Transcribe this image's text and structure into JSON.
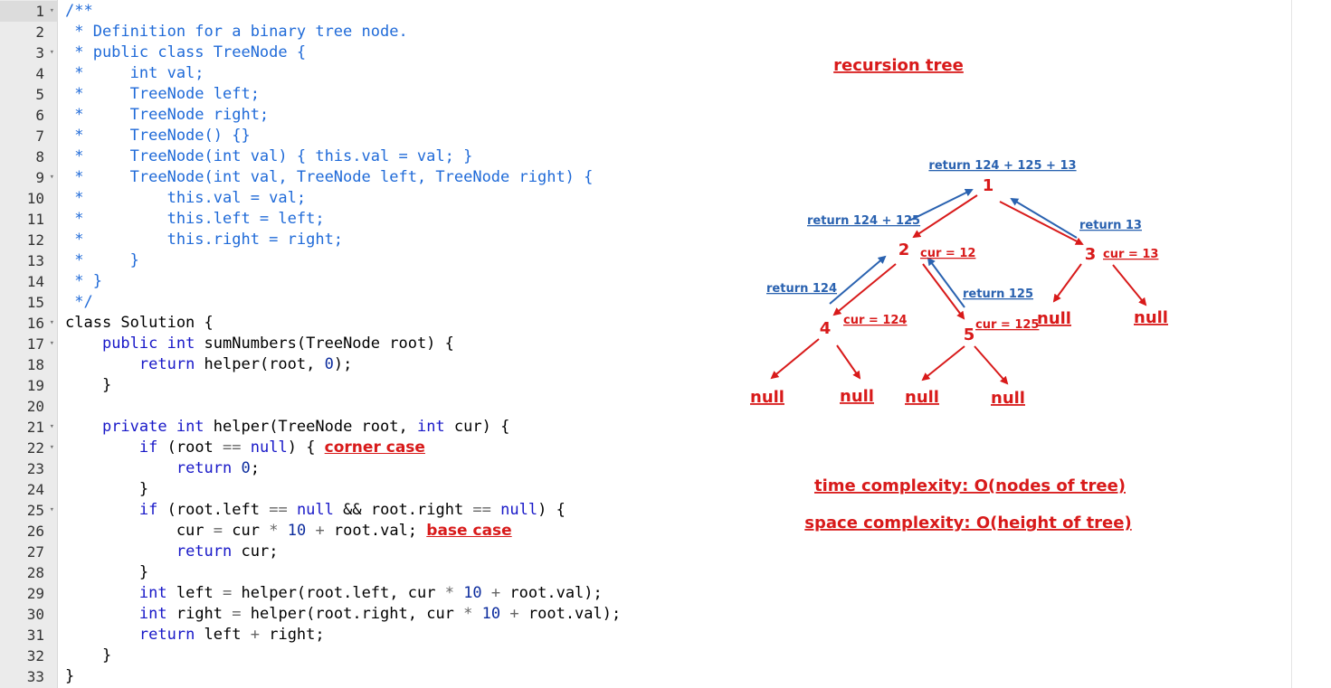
{
  "editor": {
    "active_line": 1,
    "folds": [
      1,
      3,
      9,
      16,
      17,
      21,
      22,
      25
    ],
    "lines": [
      {
        "n": 1,
        "segs": [
          {
            "t": "/**",
            "c": "cm"
          }
        ]
      },
      {
        "n": 2,
        "segs": [
          {
            "t": " * Definition for a binary tree node.",
            "c": "cm"
          }
        ]
      },
      {
        "n": 3,
        "segs": [
          {
            "t": " * public class TreeNode {",
            "c": "cm"
          }
        ]
      },
      {
        "n": 4,
        "segs": [
          {
            "t": " *     int val;",
            "c": "cm"
          }
        ]
      },
      {
        "n": 5,
        "segs": [
          {
            "t": " *     TreeNode left;",
            "c": "cm"
          }
        ]
      },
      {
        "n": 6,
        "segs": [
          {
            "t": " *     TreeNode right;",
            "c": "cm"
          }
        ]
      },
      {
        "n": 7,
        "segs": [
          {
            "t": " *     TreeNode() {}",
            "c": "cm"
          }
        ]
      },
      {
        "n": 8,
        "segs": [
          {
            "t": " *     TreeNode(int val) { this.val = val; }",
            "c": "cm"
          }
        ]
      },
      {
        "n": 9,
        "segs": [
          {
            "t": " *     TreeNode(int val, TreeNode left, TreeNode right) {",
            "c": "cm"
          }
        ]
      },
      {
        "n": 10,
        "segs": [
          {
            "t": " *         this.val = val;",
            "c": "cm"
          }
        ]
      },
      {
        "n": 11,
        "segs": [
          {
            "t": " *         this.left = left;",
            "c": "cm"
          }
        ]
      },
      {
        "n": 12,
        "segs": [
          {
            "t": " *         this.right = right;",
            "c": "cm"
          }
        ]
      },
      {
        "n": 13,
        "segs": [
          {
            "t": " *     }",
            "c": "cm"
          }
        ]
      },
      {
        "n": 14,
        "segs": [
          {
            "t": " * }",
            "c": "cm"
          }
        ]
      },
      {
        "n": 15,
        "segs": [
          {
            "t": " */",
            "c": "cm"
          }
        ]
      },
      {
        "n": 16,
        "segs": [
          {
            "t": "class Solution {"
          }
        ]
      },
      {
        "n": 17,
        "segs": [
          {
            "t": "    "
          },
          {
            "t": "public int",
            "c": "kw"
          },
          {
            "t": " sumNumbers(TreeNode root) {"
          }
        ]
      },
      {
        "n": 18,
        "segs": [
          {
            "t": "        "
          },
          {
            "t": "return",
            "c": "kw"
          },
          {
            "t": " helper(root, "
          },
          {
            "t": "0",
            "c": "nu"
          },
          {
            "t": ");"
          }
        ]
      },
      {
        "n": 19,
        "segs": [
          {
            "t": "    }"
          }
        ]
      },
      {
        "n": 20,
        "segs": []
      },
      {
        "n": 21,
        "segs": [
          {
            "t": "    "
          },
          {
            "t": "private int",
            "c": "kw"
          },
          {
            "t": " helper(TreeNode root, "
          },
          {
            "t": "int",
            "c": "kw"
          },
          {
            "t": " cur) {"
          }
        ]
      },
      {
        "n": 22,
        "segs": [
          {
            "t": "        "
          },
          {
            "t": "if",
            "c": "kw"
          },
          {
            "t": " (root "
          },
          {
            "t": "==",
            "c": "op"
          },
          {
            "t": " "
          },
          {
            "t": "null",
            "c": "kw"
          },
          {
            "t": ") { "
          },
          {
            "t": "corner case",
            "c": "anno"
          }
        ]
      },
      {
        "n": 23,
        "segs": [
          {
            "t": "            "
          },
          {
            "t": "return",
            "c": "kw"
          },
          {
            "t": " "
          },
          {
            "t": "0",
            "c": "nu"
          },
          {
            "t": ";"
          }
        ]
      },
      {
        "n": 24,
        "segs": [
          {
            "t": "        }"
          }
        ]
      },
      {
        "n": 25,
        "segs": [
          {
            "t": "        "
          },
          {
            "t": "if",
            "c": "kw"
          },
          {
            "t": " (root.left "
          },
          {
            "t": "==",
            "c": "op"
          },
          {
            "t": " "
          },
          {
            "t": "null",
            "c": "kw"
          },
          {
            "t": " && root.right "
          },
          {
            "t": "==",
            "c": "op"
          },
          {
            "t": " "
          },
          {
            "t": "null",
            "c": "kw"
          },
          {
            "t": ") {"
          }
        ]
      },
      {
        "n": 26,
        "segs": [
          {
            "t": "            cur "
          },
          {
            "t": "=",
            "c": "op"
          },
          {
            "t": " cur "
          },
          {
            "t": "*",
            "c": "op"
          },
          {
            "t": " "
          },
          {
            "t": "10",
            "c": "nu"
          },
          {
            "t": " "
          },
          {
            "t": "+",
            "c": "op"
          },
          {
            "t": " root.val; "
          },
          {
            "t": "base case",
            "c": "anno"
          }
        ]
      },
      {
        "n": 27,
        "segs": [
          {
            "t": "            "
          },
          {
            "t": "return",
            "c": "kw"
          },
          {
            "t": " cur;"
          }
        ]
      },
      {
        "n": 28,
        "segs": [
          {
            "t": "        }"
          }
        ]
      },
      {
        "n": 29,
        "segs": [
          {
            "t": "        "
          },
          {
            "t": "int",
            "c": "kw"
          },
          {
            "t": " left "
          },
          {
            "t": "=",
            "c": "op"
          },
          {
            "t": " helper(root.left, cur "
          },
          {
            "t": "*",
            "c": "op"
          },
          {
            "t": " "
          },
          {
            "t": "10",
            "c": "nu"
          },
          {
            "t": " "
          },
          {
            "t": "+",
            "c": "op"
          },
          {
            "t": " root.val);"
          }
        ]
      },
      {
        "n": 30,
        "segs": [
          {
            "t": "        "
          },
          {
            "t": "int",
            "c": "kw"
          },
          {
            "t": " right "
          },
          {
            "t": "=",
            "c": "op"
          },
          {
            "t": " helper(root.right, cur "
          },
          {
            "t": "*",
            "c": "op"
          },
          {
            "t": " "
          },
          {
            "t": "10",
            "c": "nu"
          },
          {
            "t": " "
          },
          {
            "t": "+",
            "c": "op"
          },
          {
            "t": " root.val);"
          }
        ]
      },
      {
        "n": 31,
        "segs": [
          {
            "t": "        "
          },
          {
            "t": "return",
            "c": "kw"
          },
          {
            "t": " left "
          },
          {
            "t": "+",
            "c": "op"
          },
          {
            "t": " right;"
          }
        ]
      },
      {
        "n": 32,
        "segs": [
          {
            "t": "    }"
          }
        ]
      },
      {
        "n": 33,
        "segs": [
          {
            "t": "}"
          }
        ]
      }
    ]
  },
  "diagram": {
    "title": "recursion tree",
    "nodes": {
      "n1": "1",
      "n2": "2",
      "n3": "3",
      "n4": "4",
      "n5": "5"
    },
    "cur_labels": {
      "n2": "cur = 12",
      "n3": "cur = 13",
      "n4": "cur = 124",
      "n5": "cur = 125"
    },
    "return_labels": {
      "root": "return 124 + 125 + 13",
      "n2": "return 124 + 125",
      "n3": "return 13",
      "n4": "return 124",
      "n5": "return 125"
    },
    "null_label": "null",
    "time_complexity": "time complexity: O(nodes of tree)",
    "space_complexity": "space complexity: O(height of tree)",
    "colors": {
      "call": "#d81a1a",
      "return": "#2a62b0"
    }
  }
}
